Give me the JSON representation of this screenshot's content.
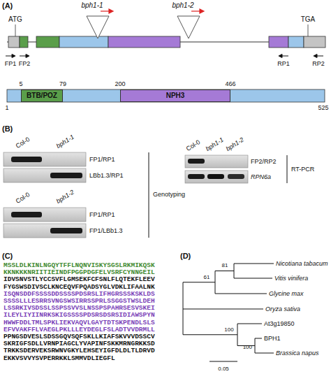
{
  "diagram": {
    "nodes": [
      {
        "text": [
          "BTB/POZ"
        ]
      },
      {
        "text": [
          "NPH3"
        ]
      }
    ],
    "labels": [
      "(A)",
      "ATG",
      "bph1-1",
      "bph1-2",
      "TGA",
      "FP1",
      "FP2",
      "RP1",
      "RP2",
      "5",
      "79",
      "200",
      "466",
      "1",
      "525",
      "(B)",
      "Col-0",
      "bph1-1",
      "FP1/RP1",
      "LBb1.3/RP1",
      "Col-0",
      "bph1-2",
      "FP1/RP1",
      "FP1/LBb1.3",
      "Genotyping",
      "Col-0",
      "bph1-1",
      "bph1-2",
      "FP2/RP2",
      "RPN6a",
      "RT-PCR",
      "(C)",
      "MSSLDLKINLNGQYTFFLNQNVISKYSGSLRKMIKQSK",
      "KKNKKKNRIITIEINDFPGGPDGFELVSRFCYNNGEIL",
      "IDVSNVSTLYCCSVFLGMSEKFCFSNLFLQTEKFLEEV",
      "FYGSWSDIVSCLKNCEQVFPQADSYGLVDKLIFAALNK",
      "ISQNSDDFSSSSDDSSSSPDSRSLIFHGRSSSKSKLDS",
      "SSSSLLLESRRSVNGSWSIRRSSPRLSSGGSTWSLDEH",
      "LSSRKIVSDSSLSSPSSVVSLNSSPSPAHRSESVSKEI",
      "ILEYLIYIINRKSKIGSSSSPDSRSDSRSIDIAWSPYN",
      "HWWFDDLTMLSPKLIEKVAQVLGAYTDTSKPENDLSLS",
      "EFVVAKFFLVAEGLPKLLLEYDEGLFSLADTVVDRMLL",
      "PPNGSDVESLSDSSGQVSQFSKLLKIAFSKVVVDSSCV",
      "SKRIGFSDLLVRNPIAGCLYVAPINFSKKMRNGRKKSD",
      "TRKKSDERVEKSRWNVGKYLEHSEYIGFDLDLTLDRVD",
      "EKKVSVVYSVPERRKKLSMMVDLIEGFL",
      "(D)",
      "81",
      "61",
      "Nicotiana tabacum",
      "Vitis vinifera",
      "Glycine max",
      "Oryza sativa",
      "100",
      "At3g19850",
      "BPH1",
      "100",
      "Brassica napus",
      "0.05"
    ]
  }
}
